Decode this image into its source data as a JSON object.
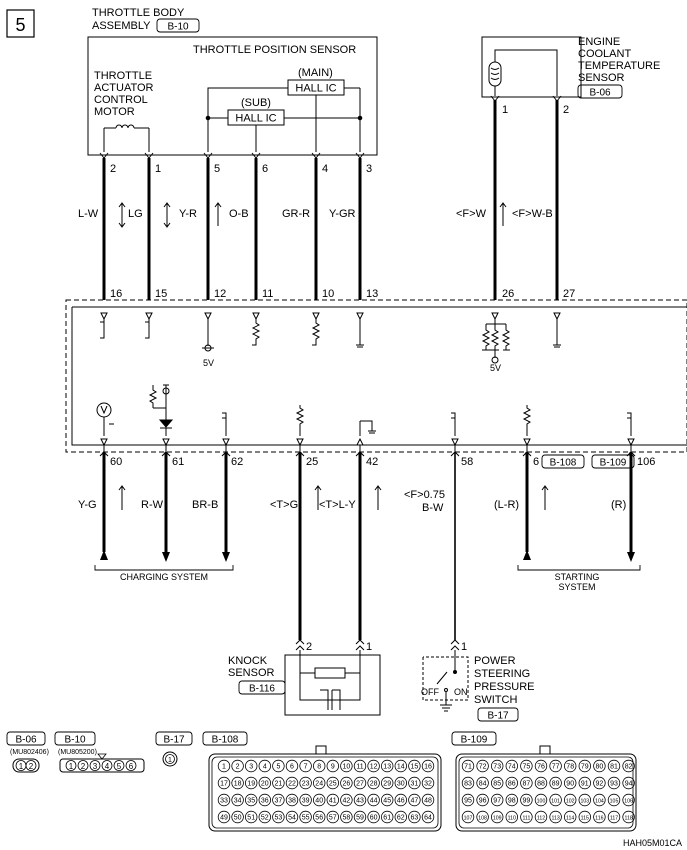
{
  "page_number": "5",
  "diagram_code": "HAH05M01CA",
  "throttle_body": {
    "title_line1": "THROTTLE BODY",
    "title_line2": "ASSEMBLY",
    "ref": "B-10",
    "tps_title": "THROTTLE POSITION SENSOR",
    "main_label": "(MAIN)",
    "sub_label": "(SUB)",
    "hall_ic": "HALL IC",
    "motor_lines": [
      "THROTTLE",
      "ACTUATOR",
      "CONTROL",
      "MOTOR"
    ]
  },
  "coolant_sensor": {
    "lines": [
      "ENGINE",
      "COOLANT",
      "TEMPERATURE",
      "SENSOR"
    ],
    "ref": "B-06"
  },
  "top_wires": [
    {
      "pin": "2",
      "color": "L-W",
      "ecu": "16"
    },
    {
      "pin": "1",
      "color": "LG",
      "ecu": "15"
    },
    {
      "pin": "5",
      "color": "Y-R",
      "ecu": "12"
    },
    {
      "pin": "6",
      "color": "O-B",
      "ecu": "11"
    },
    {
      "pin": "4",
      "color": "GR-R",
      "ecu": "10"
    },
    {
      "pin": "3",
      "color": "Y-GR",
      "ecu": "13"
    },
    {
      "pin": "1",
      "color": "<F>W",
      "ecu": "26"
    },
    {
      "pin": "2",
      "color": "<F>W-B",
      "ecu": "27"
    }
  ],
  "supply_5v": "5V",
  "bottom_wires": [
    {
      "ecu": "60",
      "color": "Y-G"
    },
    {
      "ecu": "61",
      "color": "R-W"
    },
    {
      "ecu": "62",
      "color": "BR-B"
    },
    {
      "ecu": "25",
      "color": "<T>G"
    },
    {
      "ecu": "42",
      "color": "<T>L-Y"
    },
    {
      "ecu": "58",
      "color_line1": "<F>0.75",
      "color_line2": "B-W"
    },
    {
      "ecu": "6",
      "color": "(L-R)",
      "ref": "B-108"
    },
    {
      "ecu": "106",
      "color": "(R)",
      "ref": "B-109"
    }
  ],
  "groups": {
    "charging": "CHARGING SYSTEM",
    "starting_line1": "STARTING",
    "starting_line2": "SYSTEM"
  },
  "knock_sensor": {
    "line1": "KNOCK",
    "line2": "SENSOR",
    "ref": "B-116",
    "pin_left": "2",
    "pin_right": "1"
  },
  "ps_switch": {
    "lines": [
      "POWER",
      "STEERING",
      "PRESSURE",
      "SWITCH"
    ],
    "ref": "B-17",
    "pin": "1",
    "off_label": "OFF",
    "on_label": "ON"
  },
  "connectors": {
    "b06": {
      "ref": "B-06",
      "part": "(MU802406)",
      "pins": [
        "1",
        "2"
      ]
    },
    "b10": {
      "ref": "B-10",
      "part": "(MU805200)",
      "pins": [
        "1",
        "2",
        "3",
        "4",
        "5",
        "6"
      ]
    },
    "b17": {
      "ref": "B-17",
      "pins": [
        "1"
      ]
    },
    "b108": {
      "ref": "B-108",
      "rows": [
        [
          "1",
          "2",
          "3",
          "4",
          "5",
          "6",
          "7",
          "8",
          "9",
          "10",
          "11",
          "12",
          "13",
          "14",
          "15",
          "16"
        ],
        [
          "17",
          "18",
          "19",
          "20",
          "21",
          "22",
          "23",
          "24",
          "25",
          "26",
          "27",
          "28",
          "29",
          "30",
          "31",
          "32"
        ],
        [
          "33",
          "34",
          "35",
          "36",
          "37",
          "38",
          "39",
          "40",
          "41",
          "42",
          "43",
          "44",
          "45",
          "46",
          "47",
          "48"
        ],
        [
          "49",
          "50",
          "51",
          "52",
          "53",
          "54",
          "55",
          "56",
          "57",
          "58",
          "59",
          "60",
          "61",
          "62",
          "63",
          "64"
        ]
      ]
    },
    "b109": {
      "ref": "B-109",
      "rows": [
        [
          "71",
          "72",
          "73",
          "74",
          "75",
          "76",
          "77",
          "78",
          "79",
          "80",
          "81",
          "82"
        ],
        [
          "83",
          "84",
          "85",
          "86",
          "87",
          "88",
          "89",
          "90",
          "91",
          "92",
          "93",
          "94"
        ],
        [
          "95",
          "96",
          "97",
          "98",
          "99",
          "100",
          "101",
          "102",
          "103",
          "104",
          "105",
          "106"
        ],
        [
          "107",
          "108",
          "109",
          "110",
          "111",
          "112",
          "113",
          "114",
          "115",
          "116",
          "117",
          "118"
        ]
      ]
    }
  }
}
